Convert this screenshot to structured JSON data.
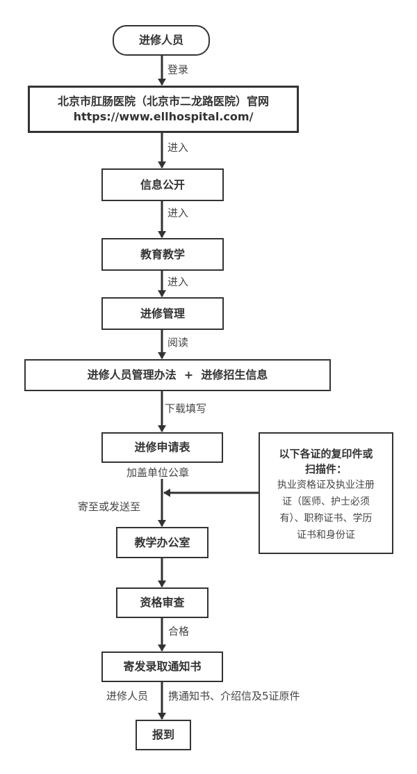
{
  "colors": {
    "stroke": "#333333",
    "text": "#333333",
    "label": "#444444",
    "background": "#ffffff"
  },
  "nodes": {
    "start": "进修人员",
    "website_line1": "北京市肛肠医院（北京市二龙路医院）官网",
    "website_line2": "https://www.ellhospital.com/",
    "info_public": "信息公开",
    "education": "教育教学",
    "training_mgmt": "进修管理",
    "docs": "进修人员管理办法  +  进修招生信息",
    "application_form": "进修申请表",
    "teaching_office": "教学办公室",
    "qualification_review": "资格审查",
    "admission_notice": "寄发录取通知书",
    "report": "报到"
  },
  "side_box": {
    "title_line1": "以下各证的复印件或",
    "title_line2": "扫描件：",
    "body_lines": [
      "执业资格证及执业注册",
      "证（医师、护士必须",
      "有）、职称证书、学历",
      "证书和身份证"
    ]
  },
  "edge_labels": {
    "login": "登录",
    "enter1": "进入",
    "enter2": "进入",
    "enter3": "进入",
    "read": "阅读",
    "download": "下载填写",
    "stamp": "加盖单位公章",
    "send": "寄至或发送至",
    "pass": "合格",
    "trainee": "进修人员",
    "bring": "携通知书、介绍信及5证原件"
  }
}
